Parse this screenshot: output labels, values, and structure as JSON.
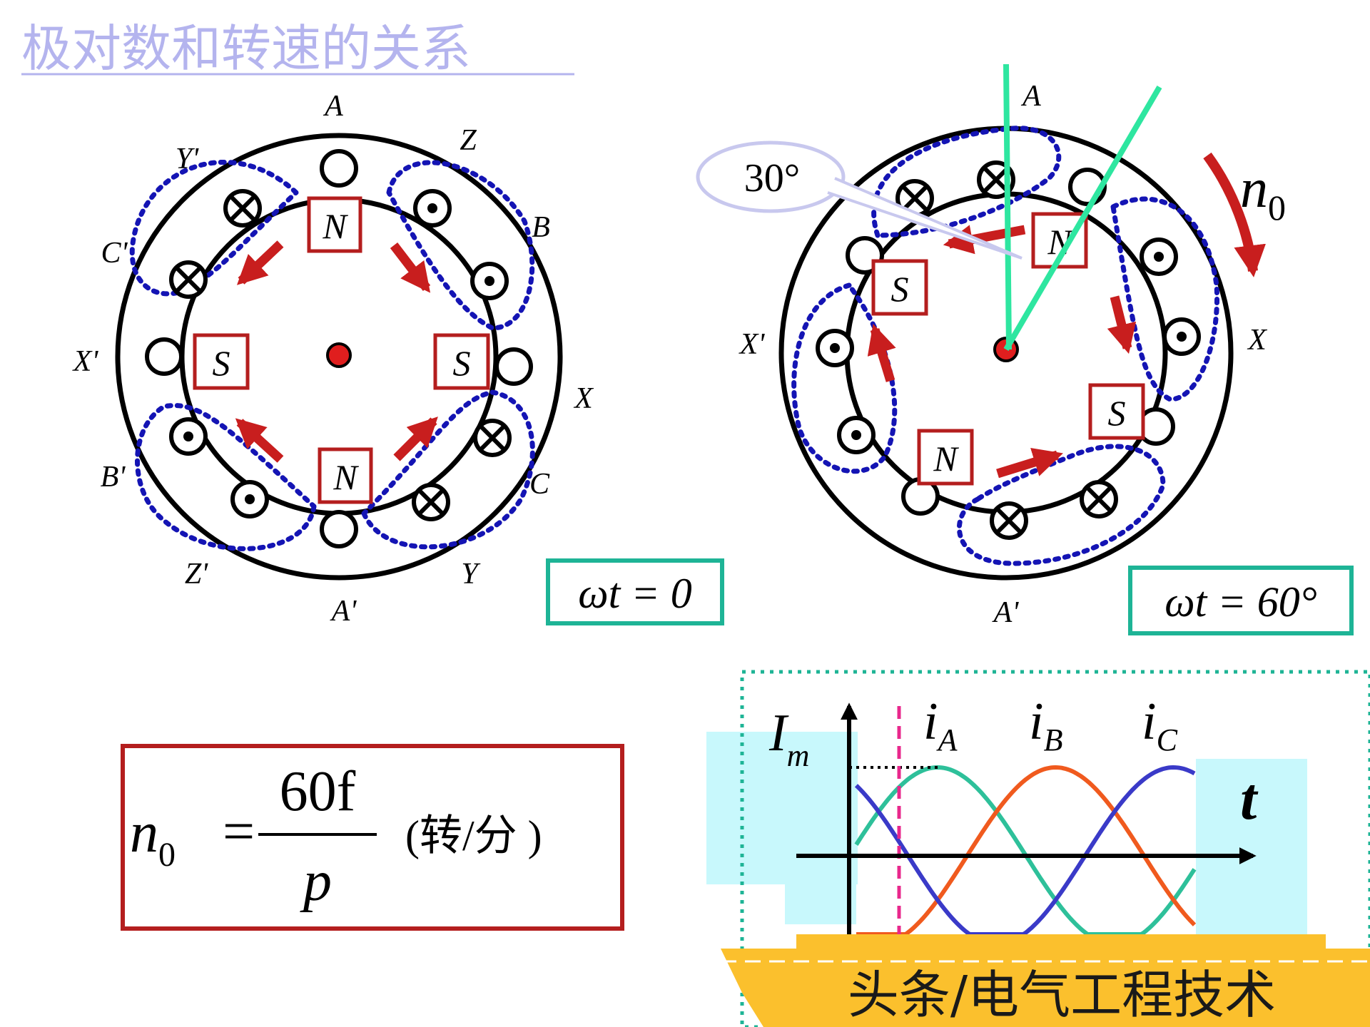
{
  "title": "极对数和转速的关系",
  "diagram_left": {
    "phase_labels": {
      "A": "A",
      "Z": "Z",
      "B": "B",
      "X": "X",
      "C": "C",
      "Y": "Y",
      "A_prime": "A'",
      "Z_prime": "Z'",
      "B_prime": "B'",
      "X_prime": "X'",
      "C_prime": "C'",
      "Y_prime": "Y'"
    },
    "poles": {
      "top": "N",
      "bottom": "N",
      "left": "S",
      "right": "S"
    },
    "caption": "ωt = 0"
  },
  "diagram_right": {
    "phase_labels": {
      "A": "A",
      "X": "X",
      "A_prime": "A'",
      "X_prime": "X'"
    },
    "poles": {
      "n1": "N",
      "n2": "N",
      "s1": "S",
      "s2": "S"
    },
    "angle_callout": "30°",
    "speed_label": "n",
    "speed_subscript": "0",
    "caption": "ωt = 60°"
  },
  "formula": {
    "lhs": "n",
    "lhs_sub": "0",
    "eq": "=",
    "numerator": "60f",
    "denominator": "p",
    "unit": "(转/分 )"
  },
  "waveform": {
    "amplitude_label": "I",
    "amplitude_sub": "m",
    "time_label": "t",
    "series": [
      {
        "name": "i",
        "sub": "A",
        "color": "#2ec09a"
      },
      {
        "name": "i",
        "sub": "B",
        "color": "#f05a1e"
      },
      {
        "name": "i",
        "sub": "C",
        "color": "#3a3ac8"
      }
    ]
  },
  "banner": {
    "text": "头条/电气工程技术"
  },
  "colors": {
    "title": "#b4b4ee",
    "coil": "#1414b4",
    "pole_box": "#b41e1e",
    "arrow": "#c81e1e",
    "caption_box": "#1eb496",
    "axis_line": "#2ee6a0",
    "banner": "#fbc02d",
    "highlight": "#c8f8fc"
  }
}
